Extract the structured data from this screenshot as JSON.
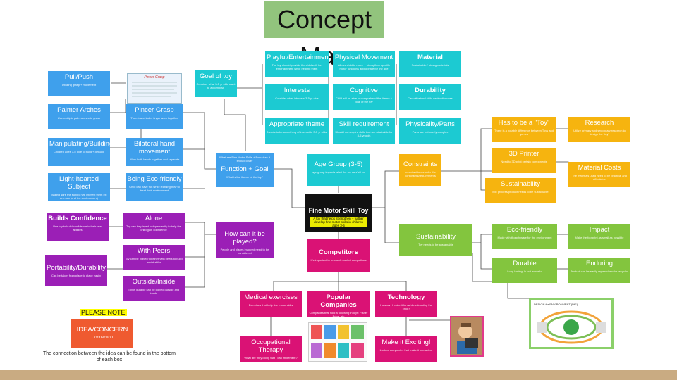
{
  "title": "Concept Map",
  "center": {
    "title": "Fine Motor Skill Toy",
    "subtitle": "A toy that helps strengthen + further develop fine motor skills in children ages 3-5"
  },
  "nodes": {
    "goal_of_toy": {
      "title": "Goal of toy",
      "subtitle": "Consider what 3-5 yr olds want to accomplish"
    },
    "playful": {
      "title": "Playful/Entertainment",
      "subtitle": "The toy should provide the child with fun entertainment while helping them"
    },
    "physical_movement": {
      "title": "Physical Movement",
      "subtitle": "Allows child to move + strengthen specific motor functions appropriate for the age"
    },
    "material": {
      "title": "Material",
      "subtitle": "Sustainable / strong materials"
    },
    "interests": {
      "title": "Interests",
      "subtitle": "Consider what interests 3-5 yr olds"
    },
    "cognitive": {
      "title": "Cognitive",
      "subtitle": "Child will be able to comprehend the theme + goal of the toy"
    },
    "durability": {
      "title": "Durability",
      "subtitle": "Can withstand child destructiveness"
    },
    "appropriate_theme": {
      "title": "Appropriate theme",
      "subtitle": "Needs to be something of interest to 3-5 yr olds"
    },
    "skill_requirement": {
      "title": "Skill requirement",
      "subtitle": "Should not require skills that are attainable for 3-5 yr olds"
    },
    "physicality_parts": {
      "title": "Physicality/Parts",
      "subtitle": "Parts are not overly complex"
    },
    "pull_push": {
      "title": "Pull/Push",
      "subtitle": "Utilizing grasp + movement"
    },
    "palmer_arches": {
      "title": "Palmer Arches",
      "subtitle": "Use multiple palm arches to grasp"
    },
    "pincer_grasp": {
      "title": "Pincer Grasp",
      "subtitle": "Thumb and index finger work together"
    },
    "manipulating": {
      "title": "Manipulating/Building",
      "subtitle": "Children ages 3-5 love to build + deBuild"
    },
    "bilateral": {
      "title": "Bilateral hand movement",
      "subtitle": "Allow both hands together and separate"
    },
    "light_hearted": {
      "title": "Light-hearted Subject",
      "subtitle": "Making sure the subject will interest them ex: animals (and the environment)"
    },
    "eco_friendly_blue": {
      "title": "Being Eco-friendly",
      "subtitle": "Child can have fun while learning how to treat their environment"
    },
    "function_goal": {
      "title": "Function + Goal",
      "subtitle_top": "What are Fine Motor Skills + Exercises it should cover",
      "subtitle": "What is the theme of the toy?"
    },
    "age_group": {
      "title": "Age Group (3-5)",
      "subtitle": "age group impacts what the toy can/will be"
    },
    "has_to_be_toy": {
      "title": "Has to be a \"Toy\"",
      "subtitle": "There is a notable difference between Toys and games"
    },
    "research": {
      "title": "Research",
      "subtitle": "Utilize primary and secondary research to design the \"toy\""
    },
    "printer_3d": {
      "title": "3D Printer",
      "subtitle": "Need to 3D print certain components"
    },
    "constraints": {
      "title": "Constraints",
      "subtitle": "Important to consider the constraints/requirements"
    },
    "material_costs": {
      "title": "Material Costs",
      "subtitle": "The materials used need to be practical and affordable"
    },
    "sustainability_orange": {
      "title": "Sustainability",
      "subtitle": "Mix process/product needs to be sustainable"
    },
    "sustainability_green": {
      "title": "Sustainability",
      "subtitle": "Toy needs to be sustainable"
    },
    "eco_friendly_green": {
      "title": "Eco-friendly",
      "subtitle": "Made with thoughtware for the environment"
    },
    "impact": {
      "title": "Impact",
      "subtitle": "Make the footprint as small as possible"
    },
    "durable": {
      "title": "Durable",
      "subtitle": "Long lasting! Is not wasteful"
    },
    "enduring": {
      "title": "Enduring",
      "subtitle": "Product can be easily repaired and/or recycled"
    },
    "builds_confidence": {
      "title": "Builds Confidence",
      "subtitle": "Use toy to build confidence in their own abilities"
    },
    "alone": {
      "title": "Alone",
      "subtitle": "Toy can be played independently to help the child gain confidence"
    },
    "with_peers": {
      "title": "With Peers",
      "subtitle": "Toy can be played together with peers to build social skills"
    },
    "portability": {
      "title": "Portability/Durability",
      "subtitle": "Can be taken from place to place easily"
    },
    "outside_inside": {
      "title": "Outside/Inside",
      "subtitle": "Toy is durable can be played outside and inside"
    },
    "how_played": {
      "title": "How can it be played?",
      "subtitle": "People and places involved need to be considered"
    },
    "competitors": {
      "title": "Competitors",
      "subtitle": "It's important to research market competitors"
    },
    "medical": {
      "title": "Medical exercises",
      "subtitle": "Exercises that help fine motor skills"
    },
    "popular_companies": {
      "title": "Popular Companies",
      "subtitle": "Companies that hold a following in toys: Fisher Price, etc"
    },
    "technology": {
      "title": "Technology",
      "subtitle": "How can I make it fun while educating the child?"
    },
    "occupational": {
      "title": "Occupational Therapy",
      "subtitle": "What are they doing that I can implement?"
    },
    "make_exciting": {
      "title": "Make it Exciting!",
      "subtitle": "Look at companies that make it interactive"
    },
    "legend_box": {
      "title": "IDEA/CONCERN",
      "subtitle": "Connection"
    }
  },
  "pictures": {
    "pincer_pic_title": "Pincer Grasp",
    "design_pic_title": "DESIGN for ENVIRONMENT (DfE)"
  },
  "legend": {
    "please_note": "PLEASE NOTE",
    "footnote": "The connection between the idea can be found in the bottom of each box"
  },
  "colors": {
    "blue": "#3fa0ec",
    "cyan": "#1ccad2",
    "orange": "#f6b40f",
    "green": "#83c53e",
    "purple": "#9b1fb6",
    "magenta": "#da1275",
    "center": "#111111",
    "legend": "#ef5a30",
    "title_bg": "#92c47d"
  }
}
